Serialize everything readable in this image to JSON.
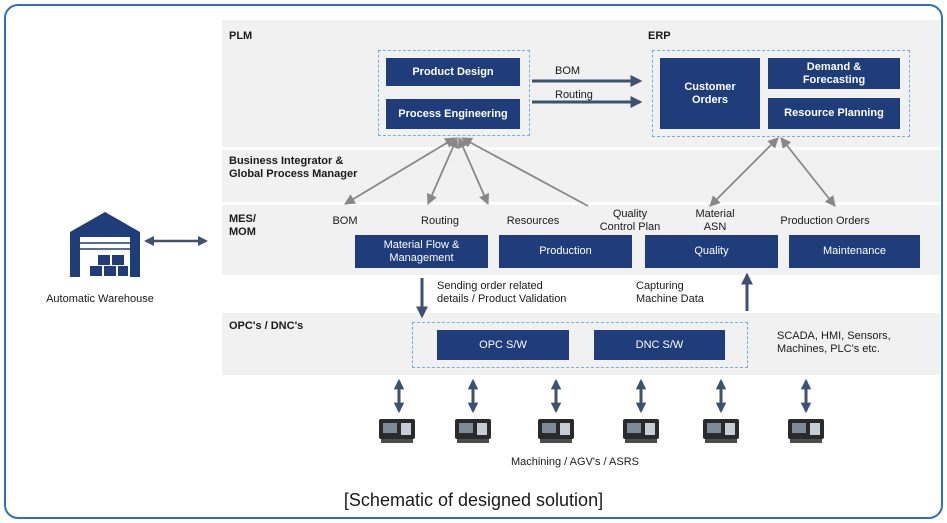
{
  "layers": {
    "plm": "PLM",
    "erp": "ERP",
    "business_integrator": "Business Integrator &\nGlobal Process Manager",
    "mes": "MES/\nMOM",
    "opc": "OPC's / DNC's"
  },
  "plm_boxes": [
    "Product Design",
    "Process Engineering"
  ],
  "erp_boxes": {
    "customer_orders": "Customer\nOrders",
    "demand": "Demand &\nForecasting",
    "resource": "Resource Planning"
  },
  "flows": {
    "bom": "BOM",
    "routing": "Routing"
  },
  "mes_labels": {
    "bom": "BOM",
    "routing": "Routing",
    "resources": "Resources",
    "quality_plan": "Quality\nControl Plan",
    "material_asn": "Material\nASN",
    "production_orders": "Production Orders"
  },
  "mes_boxes": {
    "material_flow": "Material Flow &\nManagement",
    "production": "Production",
    "quality": "Quality",
    "maintenance": "Maintenance"
  },
  "warehouse_label": "Automatic Warehouse",
  "arrow_labels": {
    "sending": "Sending order related\ndetails / Product Validation",
    "capturing": "Capturing\nMachine Data"
  },
  "opc_boxes": {
    "opc": "OPC S/W",
    "dnc": "DNC S/W"
  },
  "scada": "SCADA, HMI, Sensors,\nMachines, PLC's etc.",
  "machines_label": "Machining / AGV's / ASRS",
  "caption": "[Schematic of designed solution]",
  "colors": {
    "frame": "#2b6fc4",
    "box": "#1f3d7a",
    "band": "#f1f1f1",
    "dash": "#6fb2dd",
    "arrow": "#888888"
  }
}
